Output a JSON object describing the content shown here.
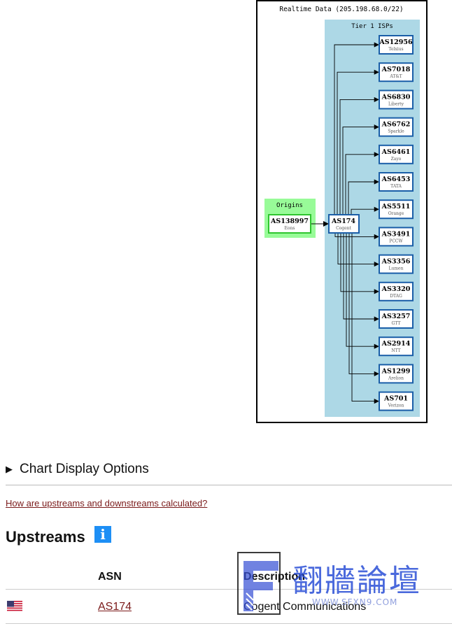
{
  "graph": {
    "title": "Realtime Data (205.198.68.0/22)",
    "tier1_label": "Tier 1 ISPs",
    "origins_label": "Origins",
    "origin": {
      "asn": "AS138997",
      "name": "Eons"
    },
    "hub": {
      "asn": "AS174",
      "name": "Cogent"
    },
    "tier1": [
      {
        "asn": "AS12956",
        "name": "Telxius"
      },
      {
        "asn": "AS7018",
        "name": "AT&T"
      },
      {
        "asn": "AS6830",
        "name": "Liberty"
      },
      {
        "asn": "AS6762",
        "name": "Sparkle"
      },
      {
        "asn": "AS6461",
        "name": "Zayo"
      },
      {
        "asn": "AS6453",
        "name": "TATA"
      },
      {
        "asn": "AS5511",
        "name": "Orange"
      },
      {
        "asn": "AS3491",
        "name": "PCCW"
      },
      {
        "asn": "AS3356",
        "name": "Lumen"
      },
      {
        "asn": "AS3320",
        "name": "DTAG"
      },
      {
        "asn": "AS3257",
        "name": "GTT"
      },
      {
        "asn": "AS2914",
        "name": "NTT"
      },
      {
        "asn": "AS1299",
        "name": "Arelion"
      },
      {
        "asn": "AS701",
        "name": "Verizon"
      }
    ],
    "colors": {
      "tier1_bg": "#add8e6",
      "origins_bg": "#98fb98",
      "node_border": "#1a5ea8",
      "origin_border": "#2ec52e"
    }
  },
  "options": {
    "label": "Chart Display Options"
  },
  "calc_link": "How are upstreams and downstreams calculated?",
  "upstreams": {
    "title": "Upstreams",
    "info_icon": "i",
    "columns": {
      "asn": "ASN",
      "description": "Description"
    },
    "rows": [
      {
        "flag": "us-flag",
        "asn": "AS174",
        "description": "Cogent Communications"
      }
    ]
  },
  "watermark": {
    "text": "翻牆論壇",
    "url": "WWW.SFXN9.COM"
  }
}
